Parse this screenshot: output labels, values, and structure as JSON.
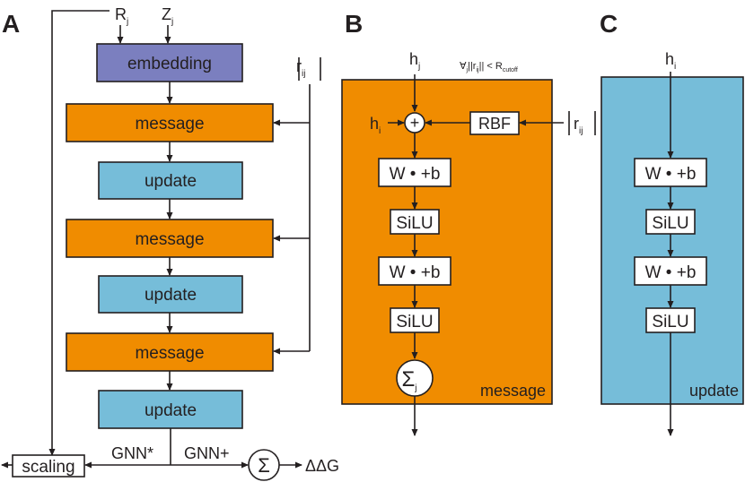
{
  "panels": {
    "a": "A",
    "b": "B",
    "c": "C"
  },
  "panel_a": {
    "inputs": {
      "r_main": "R",
      "r_sub": "j",
      "z_main": "Z",
      "z_sub": "j",
      "rij_main": "r",
      "rij_sub": "ij"
    },
    "embedding": "embedding",
    "blocks": [
      "message",
      "update",
      "message",
      "update",
      "message",
      "update"
    ],
    "scaling": "scaling",
    "gnn_star": "GNN*",
    "gnn_plus": "GNN+",
    "sum": "Σ",
    "output": "ΔΔG"
  },
  "panel_b": {
    "hj_main": "h",
    "hj_sub": "j",
    "hi_main": "h",
    "hi_sub": "i",
    "cond_pre": "∀",
    "cond_sub1": "j",
    "cond_mid": "||r",
    "cond_sub2": "ij",
    "cond_post": "|| < R",
    "cond_sub3": "cutoff",
    "plus": "+",
    "rbf": "RBF",
    "rij_main": "r",
    "rij_sub": "ij",
    "linear1": "W • +b",
    "silu1": "SiLU",
    "linear2": "W • +b",
    "silu2": "SiLU",
    "sum_main": "Σ",
    "sum_sub": "j",
    "panel_name": "message"
  },
  "panel_c": {
    "hi_main": "h",
    "hi_sub": "i",
    "linear1": "W • +b",
    "silu1": "SiLU",
    "linear2": "W • +b",
    "silu2": "SiLU",
    "panel_name": "update"
  },
  "colors": {
    "embedding": "#7b7fbf",
    "message": "#f08c00",
    "update": "#76bdd9",
    "line": "#231f20"
  }
}
